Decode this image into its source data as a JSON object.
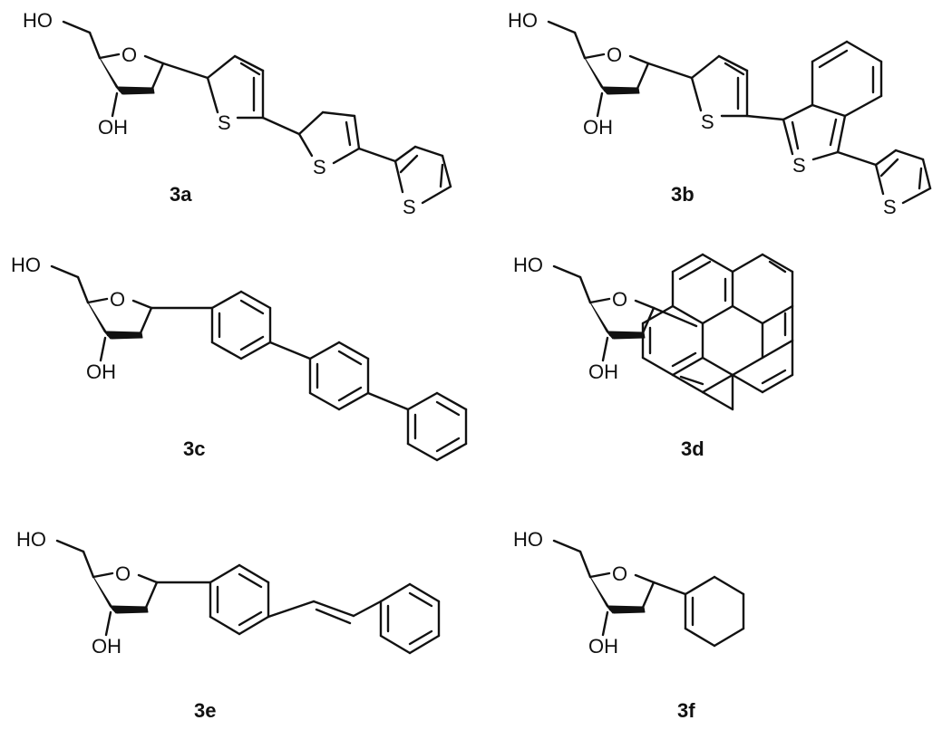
{
  "compounds": [
    {
      "label": "3a",
      "substituent": "terthiophene",
      "atoms": {
        "ho": "HO",
        "o": "O",
        "oh": "OH",
        "s1": "S",
        "s2": "S",
        "s3": "S"
      }
    },
    {
      "label": "3b",
      "substituent": "thiophene-benzothiophene-thiophene",
      "atoms": {
        "ho": "HO",
        "o": "O",
        "oh": "OH",
        "s1": "S",
        "s2": "S",
        "s3": "S"
      }
    },
    {
      "label": "3c",
      "substituent": "terphenyl",
      "atoms": {
        "ho": "HO",
        "o": "O",
        "oh": "OH"
      }
    },
    {
      "label": "3d",
      "substituent": "pyrene",
      "atoms": {
        "ho": "HO",
        "o": "O",
        "oh": "OH"
      }
    },
    {
      "label": "3e",
      "substituent": "stilbene",
      "atoms": {
        "ho": "HO",
        "o": "O",
        "oh": "OH"
      }
    },
    {
      "label": "3f",
      "substituent": "cyclohexene",
      "atoms": {
        "ho": "HO",
        "o": "O",
        "oh": "OH"
      }
    }
  ]
}
